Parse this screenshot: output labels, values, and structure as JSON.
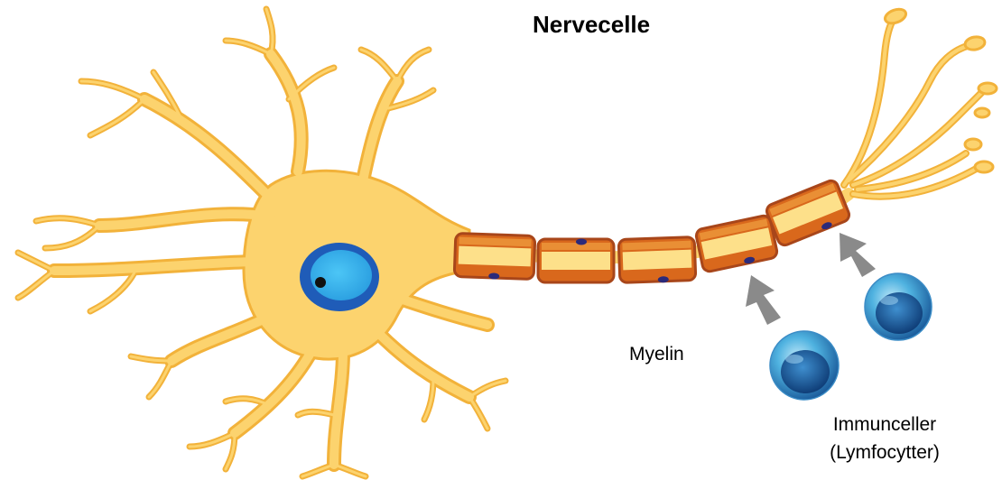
{
  "title": "Nervecelle",
  "labels": {
    "myelin": "Myelin",
    "immune_line1": "Immunceller",
    "immune_line2": "(Lymfocytter)"
  },
  "colors": {
    "neuron_fill": "#fcd36e",
    "neuron_outline": "#f2b23a",
    "nucleus_outer": "#1f5cb8",
    "nucleus_inner": "#3fbcf2",
    "myelin_sheath": "#d9681c",
    "myelin_core": "#fde08a",
    "myelin_nucleus": "#2b2a7a",
    "arrow": "#8a8a8a",
    "lymphocyte_outer": "#4fa8d8",
    "lymphocyte_inner": "#1f5f9e"
  },
  "icons": [
    "neuron-illustration",
    "myelin-segment",
    "arrow-up-icon",
    "lymphocyte-icon"
  ]
}
